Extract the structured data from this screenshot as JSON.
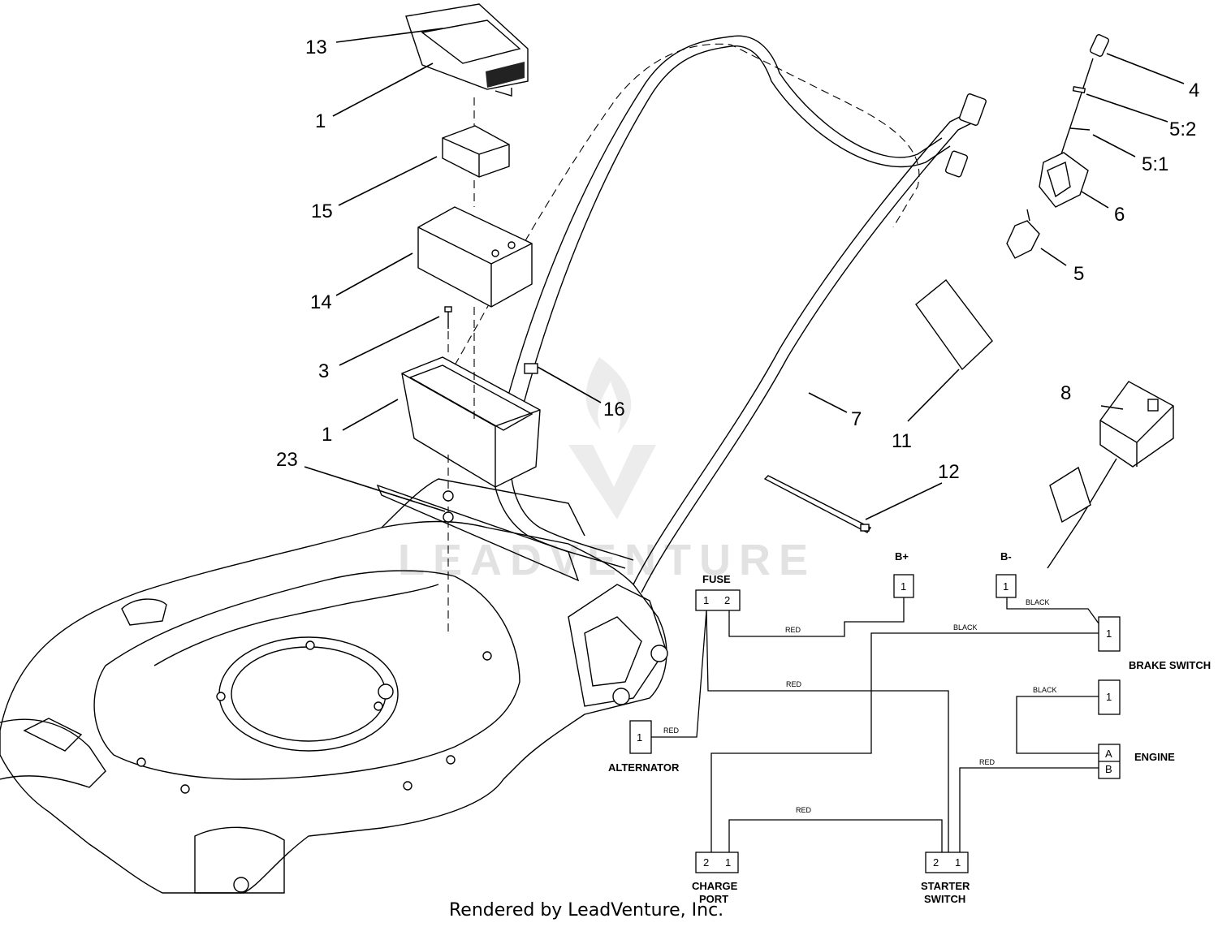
{
  "callouts": [
    "13",
    "1",
    "15",
    "14",
    "3",
    "1",
    "16",
    "23",
    "7",
    "11",
    "12",
    "4",
    "5:2",
    "5:1",
    "6",
    "5",
    "8"
  ],
  "schematic": {
    "components": {
      "fuse": {
        "label": "FUSE",
        "pins": [
          "1",
          "2"
        ]
      },
      "b_plus": {
        "label": "B+",
        "pins": [
          "1"
        ]
      },
      "b_minus": {
        "label": "B-",
        "pins": [
          "1"
        ]
      },
      "brake_switch": {
        "label": "BRAKE SWITCH",
        "pins": [
          "1"
        ]
      },
      "engine": {
        "label": "ENGINE",
        "pins": [
          "1",
          "A",
          "B"
        ]
      },
      "alternator": {
        "label": "ALTERNATOR",
        "pins": [
          "1"
        ]
      },
      "charge_port": {
        "label": "CHARGE\nPORT",
        "label_lines": [
          "CHARGE",
          "PORT"
        ],
        "pins": [
          "2",
          "1"
        ]
      },
      "starter_switch": {
        "label": "STARTER\nSWITCH",
        "label_lines": [
          "STARTER",
          "SWITCH"
        ],
        "pins": [
          "2",
          "1"
        ]
      }
    },
    "wire_labels": [
      "RED",
      "BLACK",
      "BLACK",
      "RED",
      "BLACK",
      "RED",
      "RED",
      "RED"
    ]
  },
  "watermark": "LEADVENTURE",
  "footer": "Rendered by LeadVenture, Inc."
}
